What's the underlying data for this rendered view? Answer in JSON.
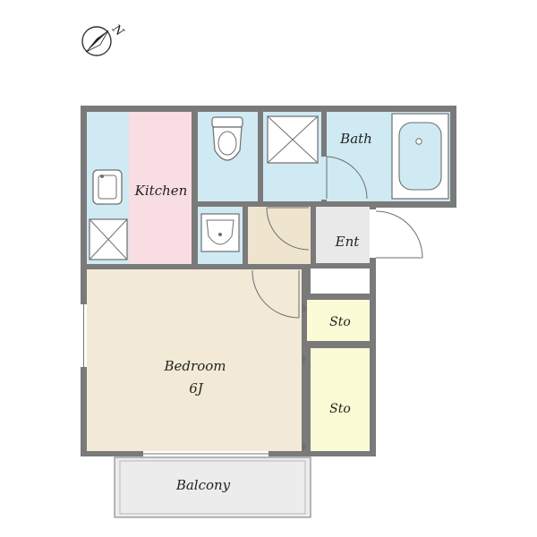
{
  "compass": {
    "label": "N",
    "icon": "north-arrow-icon"
  },
  "rooms": {
    "kitchen": {
      "label": "Kitchen"
    },
    "bath": {
      "label": "Bath"
    },
    "entrance": {
      "label": "Ent"
    },
    "bedroom": {
      "label": "Bedroom",
      "size": "6J"
    },
    "storage_upper": {
      "label": "Sto"
    },
    "storage_lower": {
      "label": "Sto"
    },
    "balcony": {
      "label": "Balcony"
    }
  },
  "fixtures": [
    "stove-icon",
    "refrigerator-icon",
    "toilet-icon",
    "washing-machine-icon",
    "washbasin-icon",
    "bathtub-icon"
  ],
  "colors": {
    "wall": "#7a7a7a",
    "wet_area": "#cfeaf2",
    "kitchen_floor": "#f8dde3",
    "bedroom_floor": "#f2ead6",
    "hall_floor": "#efe5cf",
    "entrance_floor": "#e9e9e9",
    "storage": "#fbfbd6",
    "balcony": "#ececec"
  }
}
